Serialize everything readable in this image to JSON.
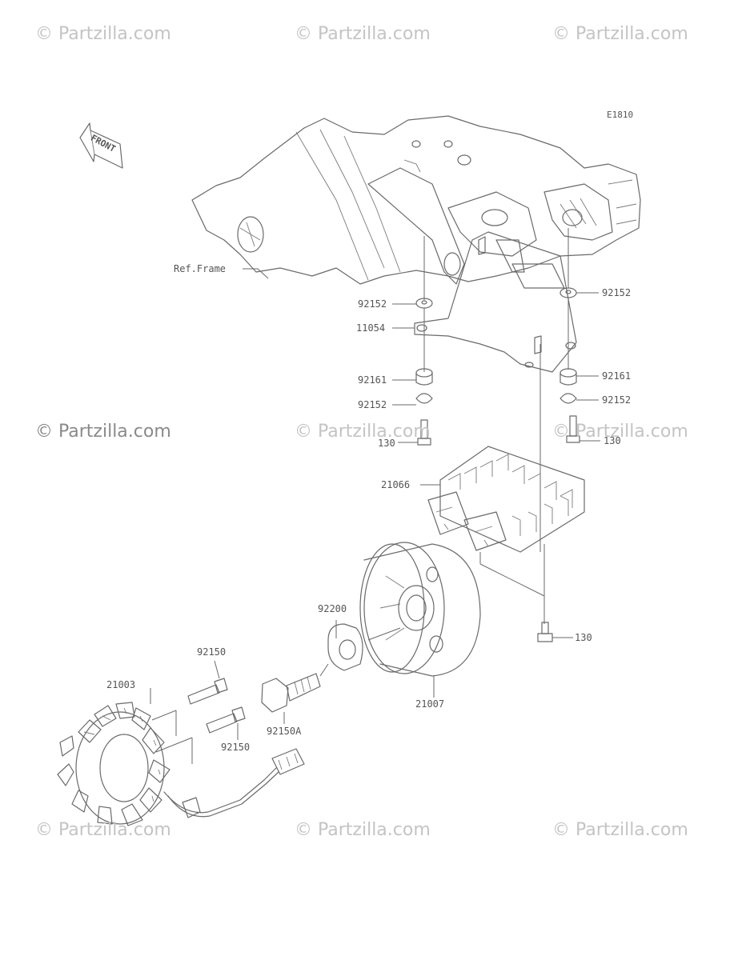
{
  "watermarks": [
    "© Partzilla.com",
    "© Partzilla.com",
    "© Partzilla.com",
    "© Partzilla.com",
    "© Partzilla.com",
    "© Partzilla.com",
    "© Partzilla.com",
    "© Partzilla.com",
    "© Partzilla.com"
  ],
  "diagram_code": "E1810",
  "front_label": "FRONT",
  "ref_frame_label": "Ref.Frame",
  "parts": {
    "p92152_a": "92152",
    "p92152_b": "92152",
    "p11054": "11054",
    "p92161_a": "92161",
    "p92161_b": "92161",
    "p92152_c": "92152",
    "p92152_d": "92152",
    "p130_a": "130",
    "p130_b": "130",
    "p21066": "21066",
    "p92200": "92200",
    "p92150_a": "92150",
    "p21003": "21003",
    "p130_c": "130",
    "p21007": "21007",
    "p92150A": "92150A",
    "p92150_b": "92150"
  }
}
